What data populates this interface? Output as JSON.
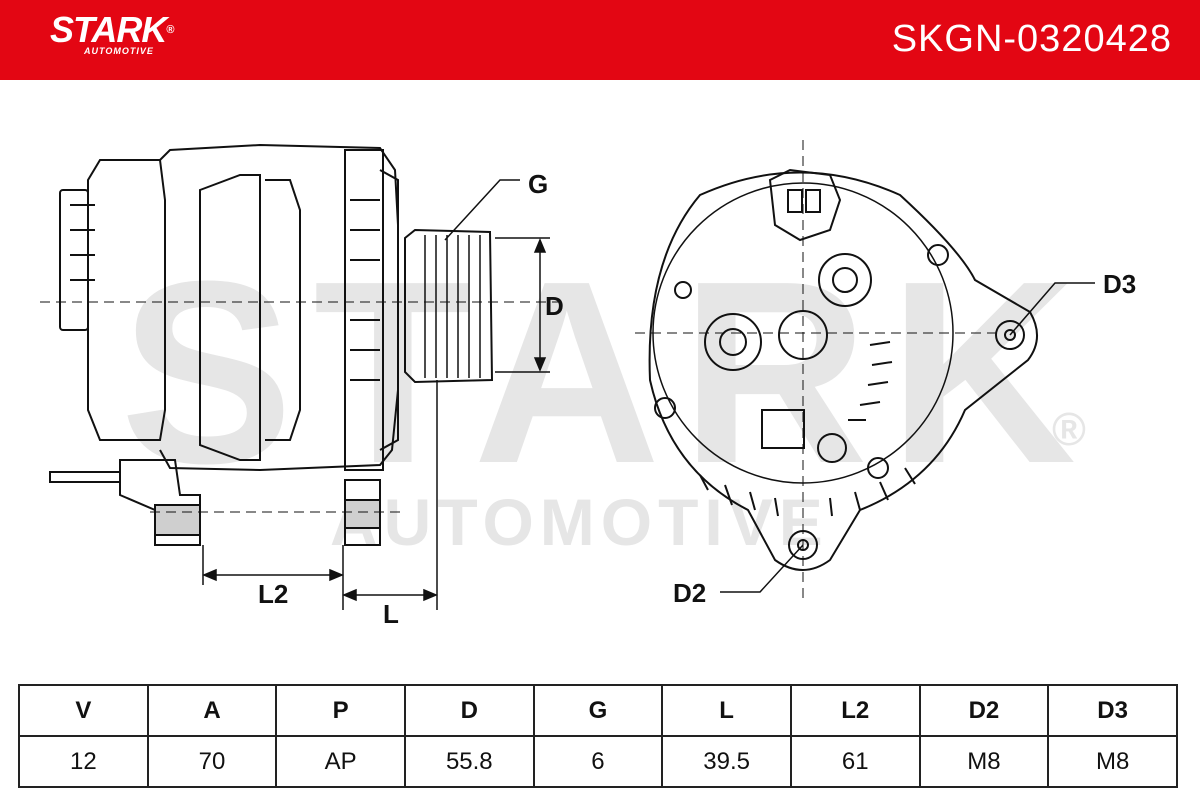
{
  "brand": {
    "name": "STARK",
    "registered_mark": "®",
    "tagline": "AUTOMOTIVE",
    "color": "#e30613"
  },
  "part_number": "SKGN-0320428",
  "watermark": {
    "line1": "STARK",
    "line2": "AUTOMOTIVE",
    "registered_mark": "®"
  },
  "diagram": {
    "labels": {
      "pulley_grooves": "G",
      "pulley_diameter": "D",
      "length_l2": "L2",
      "length_l": "L",
      "mount_d2": "D2",
      "mount_d3": "D3"
    }
  },
  "spec_table": {
    "headers": [
      "V",
      "A",
      "P",
      "D",
      "G",
      "L",
      "L2",
      "D2",
      "D3"
    ],
    "values": [
      "12",
      "70",
      "AP",
      "55.8",
      "6",
      "39.5",
      "61",
      "M8",
      "M8"
    ]
  }
}
